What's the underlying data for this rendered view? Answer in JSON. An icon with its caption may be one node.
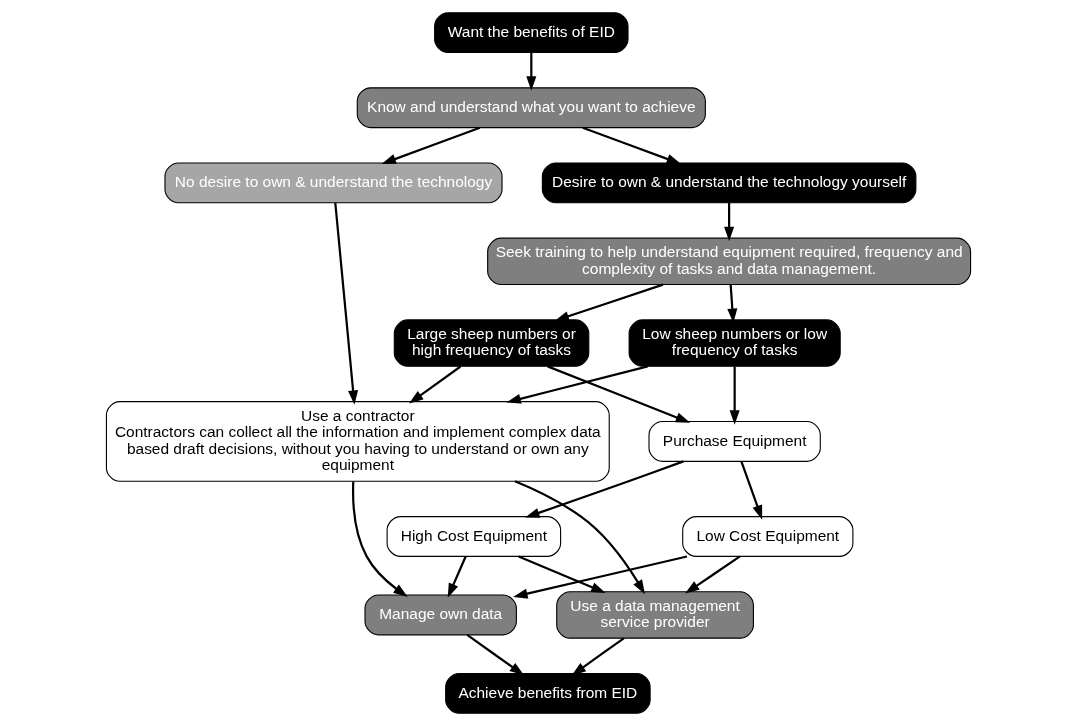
{
  "diagram": {
    "nodes": [
      {
        "text": [
          "Want the benefits of EID"
        ]
      },
      {
        "text": [
          "Know and understand what you want to achieve"
        ]
      },
      {
        "text": [
          "Desire to own & understand the technology yourself"
        ]
      },
      {
        "text": [
          "No desire to own & understand the technology"
        ]
      },
      {
        "text": [
          "Seek training to help understand equipment required, frequency and complexity of tasks and data management."
        ]
      },
      {
        "text": [
          "Large sheep numbers or high frequency of tasks"
        ]
      },
      {
        "text": [
          "Low sheep numbers or low frequency of tasks"
        ]
      },
      {
        "text": [
          "Purchase Equipment"
        ]
      },
      {
        "text": [
          "Use a contractor",
          "Contractors can collect all the information and implement complex data based draft decisions, without you having to understand or own any equipment"
        ]
      },
      {
        "text": [
          "High Cost Equipment"
        ]
      },
      {
        "text": [
          "Low Cost Equipment"
        ]
      },
      {
        "text": [
          "Manage own data"
        ]
      },
      {
        "text": [
          "Use a data management service provider"
        ]
      },
      {
        "text": [
          "Achieve benefits from EID"
        ]
      }
    ],
    "edges": [
      {
        "from": 0,
        "to": 1,
        "arrow": "to"
      },
      {
        "from": 1,
        "to": 2,
        "arrow": "to"
      },
      {
        "from": 1,
        "to": 3,
        "arrow": "to"
      },
      {
        "from": 2,
        "to": 4,
        "arrow": "to"
      },
      {
        "from": 4,
        "to": 5,
        "arrow": "to"
      },
      {
        "from": 4,
        "to": 6,
        "arrow": "to"
      },
      {
        "from": 3,
        "to": 8,
        "arrow": "to"
      },
      {
        "from": 5,
        "to": 7,
        "arrow": "to"
      },
      {
        "from": 5,
        "to": 8,
        "arrow": "to"
      },
      {
        "from": 6,
        "to": 7,
        "arrow": "to"
      },
      {
        "from": 6,
        "to": 8,
        "arrow": "to"
      },
      {
        "from": 7,
        "to": 9,
        "arrow": "to"
      },
      {
        "from": 7,
        "to": 10,
        "arrow": "to"
      },
      {
        "from": 9,
        "to": 11,
        "arrow": "to"
      },
      {
        "from": 9,
        "to": 12,
        "arrow": "to"
      },
      {
        "from": 10,
        "to": 11,
        "arrow": "to"
      },
      {
        "from": 10,
        "to": 12,
        "arrow": "to"
      },
      {
        "from": 8,
        "to": 11,
        "arrow": "to"
      },
      {
        "from": 8,
        "to": 12,
        "arrow": "to"
      },
      {
        "from": 11,
        "to": 13,
        "arrow": "to"
      },
      {
        "from": 12,
        "to": 13,
        "arrow": "to"
      }
    ]
  }
}
